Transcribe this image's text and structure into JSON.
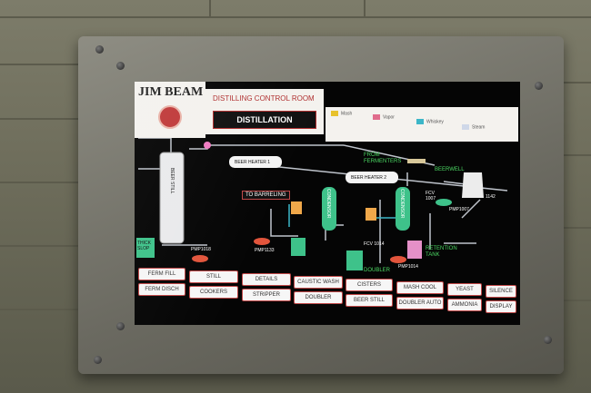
{
  "header": {
    "brand": "JIM BEAM",
    "room_title": "DISTILLING CONTROL ROOM",
    "screen_title": "DISTILLATION"
  },
  "legend": [
    {
      "label": "Mash",
      "color": "#e8c22c"
    },
    {
      "label": "Vapor",
      "color": "#e06c8c"
    },
    {
      "label": "Whiskey",
      "color": "#3cb6c8"
    },
    {
      "label": "Steam",
      "color": "#cfd8e8"
    }
  ],
  "process": {
    "beer_still": "BEER STILL",
    "beer_heater_1": "BEER HEATER 1",
    "beer_heater_2": "BEER HEATER 2",
    "from_fermenters": "FROM FERMENTERS",
    "beerwell": "BEERWELL",
    "to_barreling": "TO BARRELING",
    "condensor_1": "CONDENSOR",
    "condensor_2": "CONDENSOR",
    "doubler": "DOUBLER",
    "retention_tank": "RETENTION TANK",
    "thick_slop": "THICK SLOP",
    "pmp1018": "PMP1018",
    "pmp1133": "PMP1133",
    "fcv1014": "FCV 1014",
    "pmp1014": "PMP1014",
    "fcv1007": "FCV 1007",
    "pmp1007": "PMP1007",
    "lt1142": "1142"
  },
  "nav": {
    "row1": [
      "FERM FILL",
      "STILL",
      "DETAILS",
      "CAUSTIC WASH",
      "CISTERS",
      "MASH COOL",
      "YEAST",
      "SILENCE"
    ],
    "row2": [
      "FERM DISCH",
      "COOKERS",
      "STRIPPER",
      "DOUBLER",
      "BEER STILL",
      "DOUBLER AUTO",
      "AMMONIA",
      "DISPLAY"
    ]
  }
}
